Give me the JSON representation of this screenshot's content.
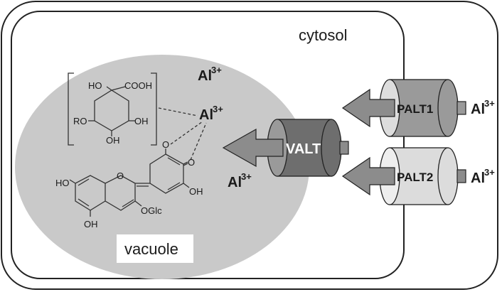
{
  "labels": {
    "cytosol": "cytosol",
    "vacuole": "vacuole"
  },
  "ion": {
    "symbol": "Al",
    "charge": "3+"
  },
  "transporters": {
    "valt": "VALT",
    "palt1": "PALT1",
    "palt2": "PALT2"
  },
  "chemistry": {
    "ho_top": "HO",
    "cooh": "COOH",
    "ro": "RO",
    "oh_right": "OH",
    "oh_bottom": "OH",
    "o_phenolic": "O",
    "o_keto": "O",
    "oh_bring": "OH",
    "ho_aring": "HO",
    "o_ring": "O",
    "oglc": "OGlc",
    "oh_aring_bottom": "OH"
  },
  "colors": {
    "vacuole_fill": "#c9c9c9",
    "valt_fill": "#6e6e6e",
    "palt1_fill": "#9a9a9a",
    "palt2_fill": "#dcdcdc",
    "arrow_fill": "#8c8c8c"
  }
}
